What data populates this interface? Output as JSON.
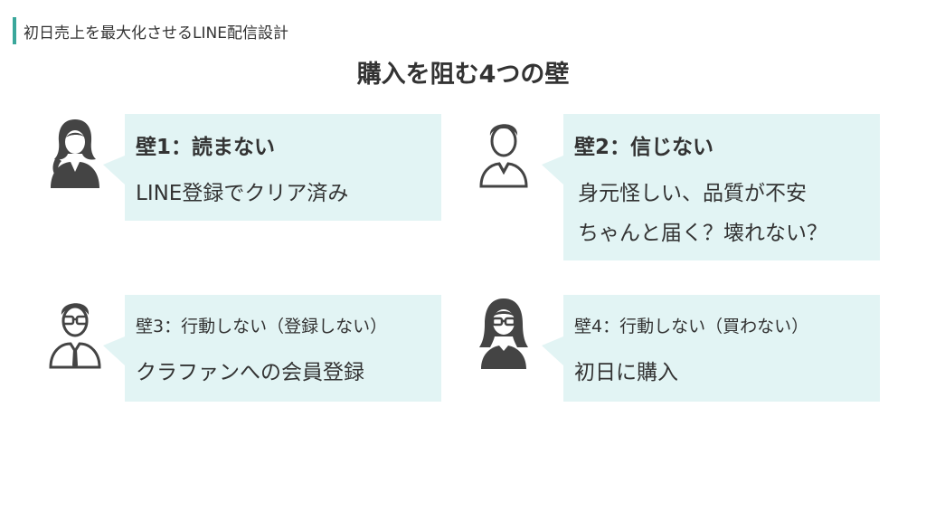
{
  "header": {
    "title": "初日売上を最大化させるLINE配信設計"
  },
  "main_title": "購入を阻む4つの壁",
  "cards": [
    {
      "title": "壁1：読まない",
      "lines": [
        "LINE登録でクリア済み"
      ],
      "avatar": "woman-ponytail-icon"
    },
    {
      "title": "壁2：信じない",
      "lines": [
        "身元怪しい、品質が不安",
        "ちゃんと届く？壊れない？"
      ],
      "avatar": "man-outline-icon"
    },
    {
      "title": "壁3：行動しない（登録しない）",
      "lines": [
        "クラファンへの会員登録"
      ],
      "avatar": "man-glasses-tie-icon"
    },
    {
      "title": "壁4：行動しない（買わない）",
      "lines": [
        "初日に購入"
      ],
      "avatar": "woman-glasses-icon"
    }
  ],
  "colors": {
    "accent": "#3aa79b",
    "bubble": "#e2f4f4",
    "text": "#333333",
    "icon": "#444444"
  }
}
